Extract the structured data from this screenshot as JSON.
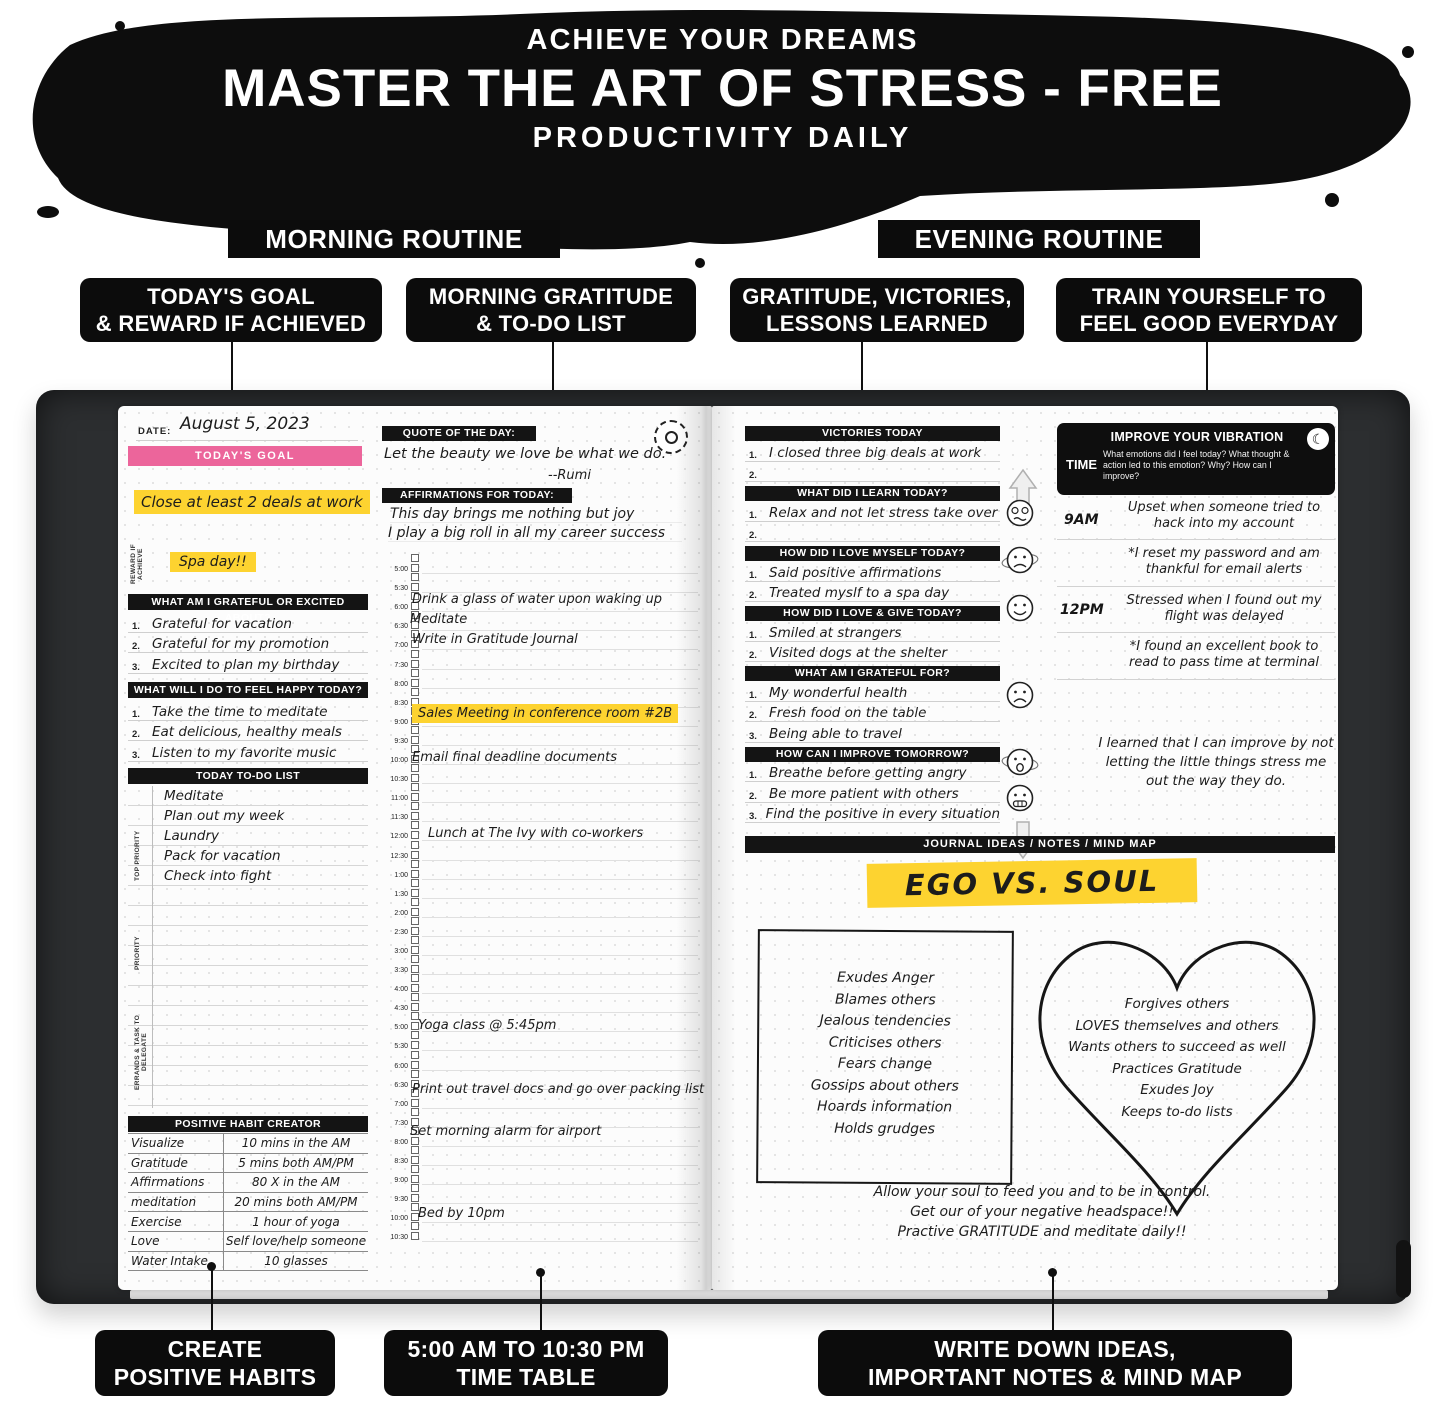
{
  "header": {
    "tagline_top": "ACHIEVE YOUR DREAMS",
    "title": "MASTER THE ART OF STRESS - FREE",
    "tagline_bottom": "PRODUCTIVITY DAILY"
  },
  "routine_labels": {
    "morning": "MORNING ROUTINE",
    "evening": "EVENING ROUTINE"
  },
  "callouts": {
    "goal": [
      "TODAY'S GOAL",
      "& REWARD IF ACHIEVED"
    ],
    "gratitude": [
      "MORNING GRATITUDE",
      "& TO-DO LIST"
    ],
    "victories": [
      "GRATITUDE, VICTORIES,",
      "LESSONS LEARNED"
    ],
    "train": [
      "TRAIN YOURSELF TO",
      "FEEL GOOD EVERYDAY"
    ],
    "habits": [
      "CREATE",
      "POSITIVE HABITS"
    ],
    "timetable": [
      "5:00 AM TO 10:30 PM",
      "TIME TABLE"
    ],
    "ideas": [
      "WRITE DOWN IDEAS,",
      "IMPORTANT NOTES & MIND MAP"
    ]
  },
  "left_page": {
    "date_label": "DATE:",
    "date_value": "August 5, 2023",
    "goal_banner": "TODAY'S GOAL",
    "goal_text": "Close at least 2 deals at work",
    "reward_label": "REWARD IF ACHIEVE",
    "reward_text": "Spa day!!",
    "grateful": {
      "header": "WHAT AM I GRATEFUL OR EXCITED ABOUT?",
      "items": [
        "Grateful for vacation",
        "Grateful for my promotion",
        "Excited to plan my birthday"
      ]
    },
    "happy": {
      "header": "WHAT WILL I DO TO FEEL HAPPY TODAY?",
      "items": [
        "Take the time to meditate",
        "Eat delicious, healthy meals",
        "Listen to my favorite music"
      ]
    },
    "todo": {
      "header": "TODAY TO-DO LIST",
      "items": [
        "Meditate",
        "Plan out my week",
        "Laundry",
        "Pack for vacation",
        "Check into fight"
      ],
      "side_labels": [
        "TOP PRIORITY",
        "PRIORITY",
        "ERRANDS & TASK TO DELEGATE"
      ]
    },
    "habit_creator": {
      "header": "POSITIVE HABIT CREATOR",
      "rows": [
        {
          "habit": "Visualize",
          "value": "10 mins in the AM"
        },
        {
          "habit": "Gratitude",
          "value": "5 mins both AM/PM"
        },
        {
          "habit": "Affirmations",
          "value": "80 X in the AM"
        },
        {
          "habit": "meditation",
          "value": "20 mins both AM/PM"
        },
        {
          "habit": "Exercise",
          "value": "1 hour of yoga"
        },
        {
          "habit": "Love",
          "value": "Self love/help someone"
        },
        {
          "habit": "Water Intake",
          "value": "10 glasses"
        }
      ]
    },
    "quote": {
      "header": "QUOTE OF THE DAY:",
      "text": "Let the beauty we love be what we do.",
      "author": "--Rumi"
    },
    "affirmations": {
      "header": "AFFIRMATIONS FOR TODAY:",
      "lines": [
        "This day brings me nothing but joy",
        "I play a big roll in all my career success"
      ]
    },
    "timetable": {
      "times": [
        "5:00",
        "5:30",
        "6:00",
        "6:30",
        "7:00",
        "7:30",
        "8:00",
        "8:30",
        "9:00",
        "9:30",
        "10:00",
        "10:30",
        "11:00",
        "11:30",
        "12:00",
        "12:30",
        "1:00",
        "1:30",
        "2:00",
        "2:30",
        "3:00",
        "3:30",
        "4:00",
        "4:30",
        "5:00",
        "5:30",
        "6:00",
        "6:30",
        "7:00",
        "7:30",
        "8:00",
        "8:30",
        "9:00",
        "9:30",
        "10:00",
        "10:30"
      ],
      "entries": [
        "Drink a glass of water upon waking up",
        "Meditate",
        "Write in Gratitude Journal",
        "Sales Meeting in conference room #2B",
        "Email final deadline documents",
        "Lunch at The Ivy with co-workers",
        "Yoga class @ 5:45pm",
        "Print out travel docs and go over packing list",
        "Set morning alarm for airport",
        "Bed by 10pm"
      ]
    }
  },
  "right_page": {
    "sections": [
      {
        "header": "VICTORIES TODAY",
        "items": [
          "I closed three big deals at work",
          ""
        ]
      },
      {
        "header": "WHAT DID I LEARN TODAY?",
        "items": [
          "Relax and not let stress take over",
          ""
        ]
      },
      {
        "header": "HOW DID I LOVE MYSELF TODAY?",
        "items": [
          "Said positive affirmations",
          "Treated myslf to a spa day"
        ]
      },
      {
        "header": "HOW DID I LOVE & GIVE TODAY?",
        "items": [
          "Smiled at strangers",
          "Visited dogs at the shelter"
        ]
      },
      {
        "header": "WHAT AM I GRATEFUL FOR?",
        "items": [
          "My wonderful health",
          "Fresh food on the table",
          "Being able to travel"
        ]
      },
      {
        "header": "HOW CAN I IMPROVE TOMORROW?",
        "items": [
          "Breathe before getting angry",
          "Be more patient with others",
          "Find the positive in every situation"
        ]
      }
    ],
    "vibration": {
      "header": "IMPROVE YOUR VIBRATION",
      "time_label": "TIME",
      "prompt": "What emotions did I feel today? What thought & action led to this emotion? Why? How can I improve?",
      "entries": [
        {
          "time": "9AM",
          "text": "Upset when someone tried to hack into my account"
        },
        {
          "time": "",
          "text": "*I reset my password and am thankful for email alerts"
        },
        {
          "time": "12PM",
          "text": "Stressed when I found out my flight was delayed"
        },
        {
          "time": "",
          "text": "*I found an excellent book to read to pass time at terminal"
        }
      ],
      "reflection": "I learned that I can improve by not letting the little things stress me out the way they do."
    },
    "journal_bar": "JOURNAL IDEAS / NOTES / MIND MAP",
    "mindmap": {
      "title": "EGO VS. SOUL",
      "ego_items": [
        "Exudes Anger",
        "Blames others",
        "Jealous tendencies",
        "Criticises others",
        "Fears change",
        "Gossips about others",
        "Hoards information",
        "Holds grudges"
      ],
      "soul_items": [
        "Forgives others",
        "LOVES themselves and others",
        "Wants others to succeed as well",
        "Practices Gratitude",
        "Exudes Joy",
        "Keeps to-do lists"
      ],
      "note_lines": [
        "Allow your soul to feed you and to be in control.",
        "Get our of your negative headspace!!",
        "Practive GRATITUDE and meditate daily!!"
      ]
    }
  },
  "icons": {
    "moon_glyph": "☾"
  },
  "colors": {
    "accent_pink": "#ec659b",
    "highlight_yellow": "#fdd330",
    "bar_black": "#141414",
    "cover_gray": "#2c2e30"
  }
}
